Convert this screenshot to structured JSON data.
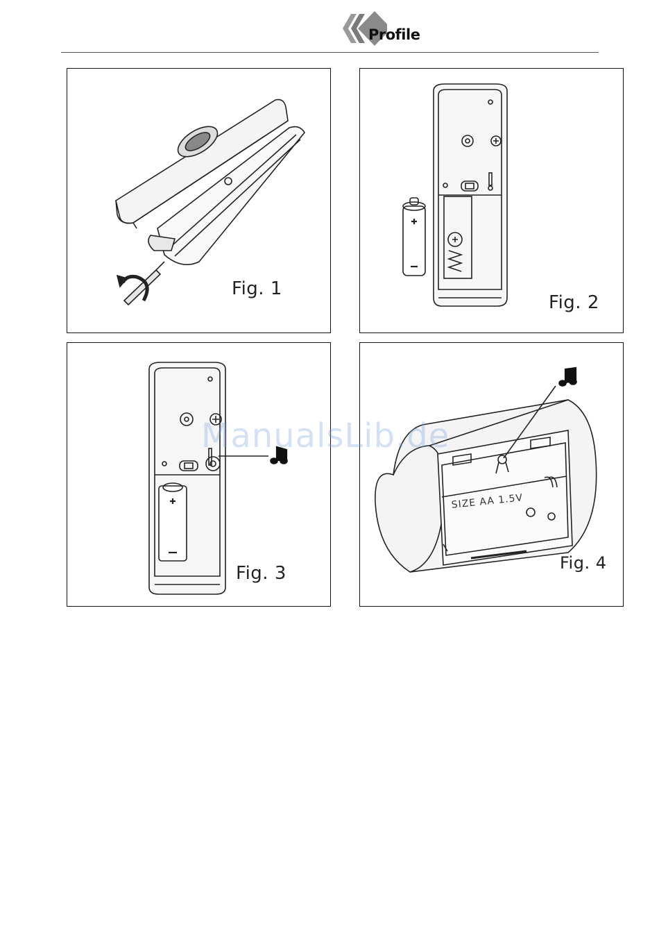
{
  "header": {
    "brand": "Profile",
    "logo_icon": "profile-chevron-logo",
    "accent_color": "#8a8a8a"
  },
  "figures": [
    {
      "label": "Fig. 1"
    },
    {
      "label": "Fig. 2"
    },
    {
      "label": "Fig. 3"
    },
    {
      "label": "Fig. 4",
      "battery_text": "SIZE AA 1.5V"
    }
  ],
  "icons": {
    "melody": "music-note-icon",
    "rotate": "rotate-arrow-icon",
    "screwdriver": "screwdriver-icon"
  },
  "watermark": "ManualsLib.de"
}
